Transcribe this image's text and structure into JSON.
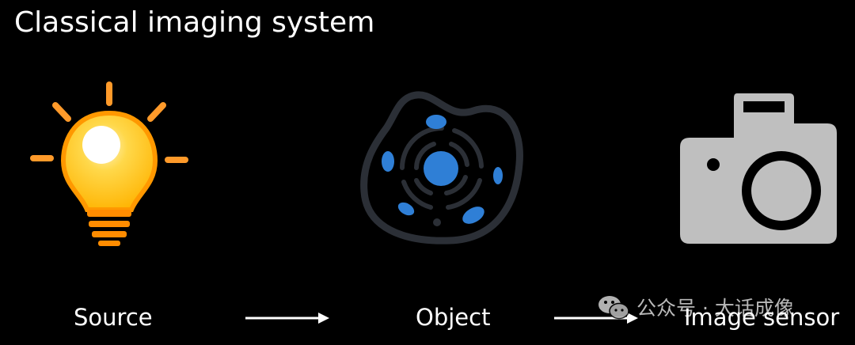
{
  "title": "Classical imaging system",
  "stages": [
    {
      "label": "Source",
      "icon": "light-bulb-icon"
    },
    {
      "label": "Object",
      "icon": "cell-icon"
    },
    {
      "label": "Image sensor",
      "icon": "camera-icon"
    }
  ],
  "watermark": "公众号 · 大话成像",
  "colors": {
    "background": "#000000",
    "text": "#ffffff",
    "bulb_glass": "#ffc21a",
    "bulb_base": "#ff8c00",
    "rays": "#ff9a2a",
    "cell_outline": "#2b2f36",
    "organelle": "#2f7fd6",
    "camera": "#bfbfbf"
  }
}
